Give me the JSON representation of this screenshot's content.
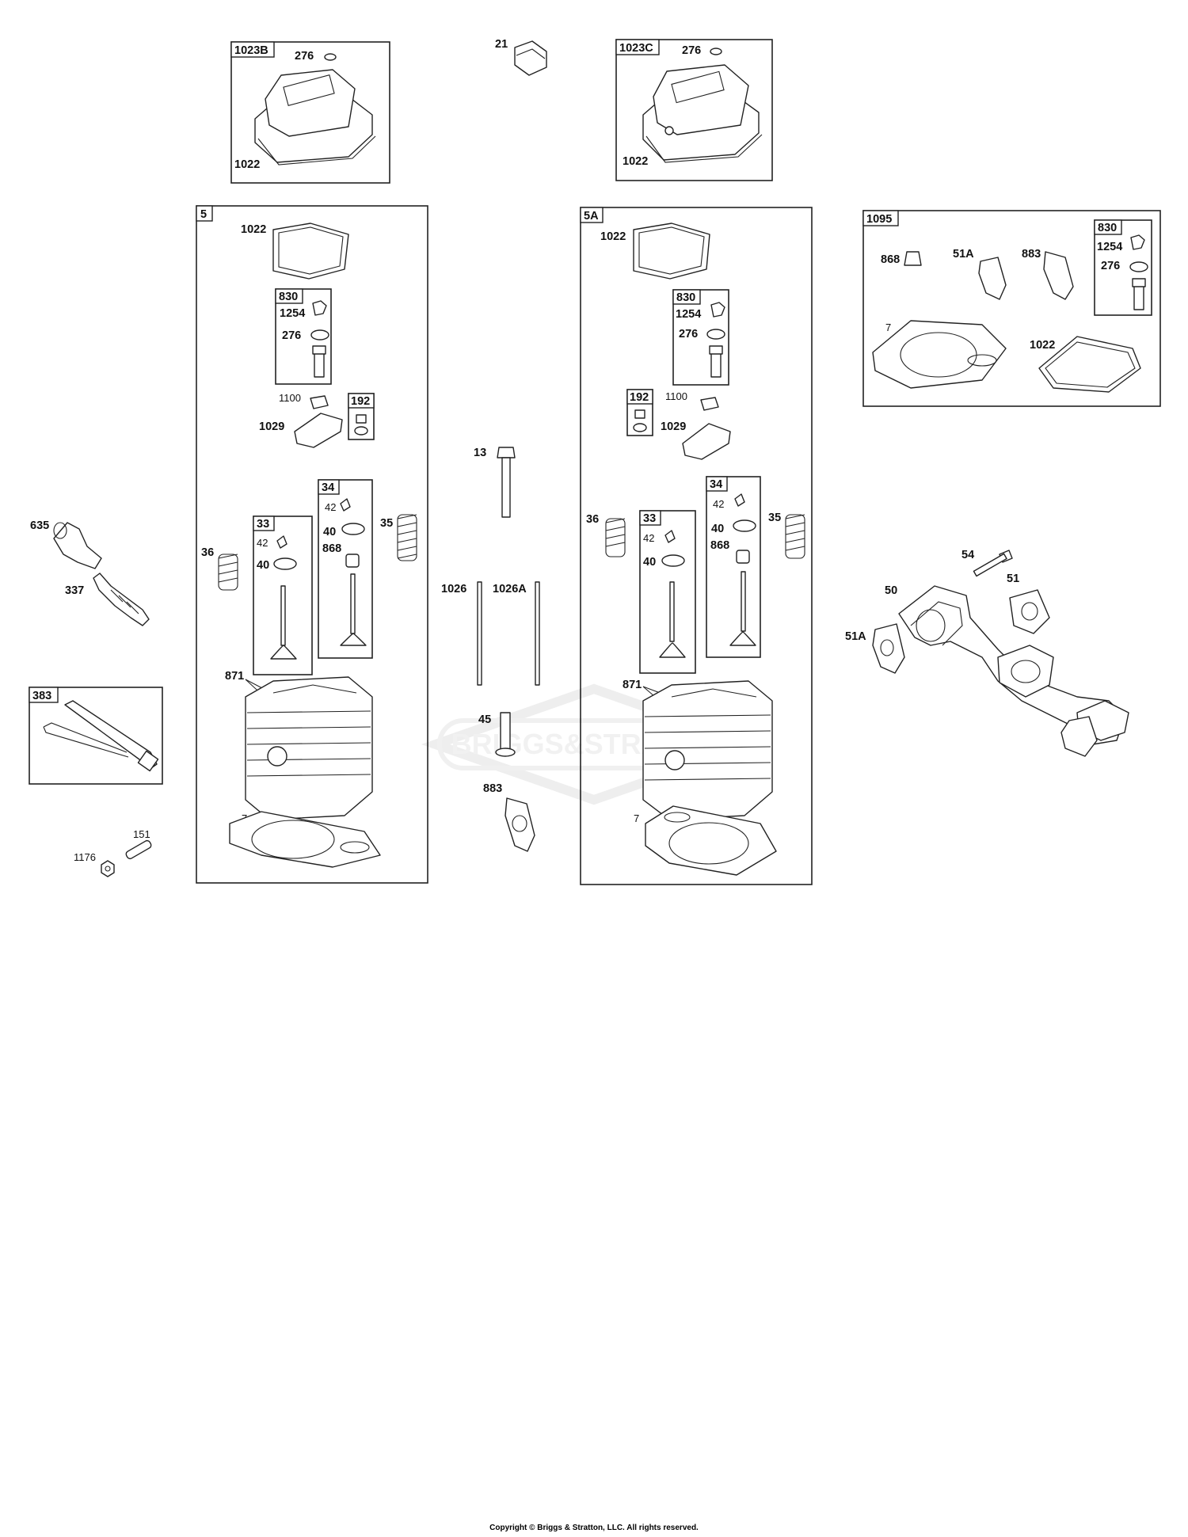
{
  "watermark": "BRIGGS&STRATTON",
  "copyright": "Copyright © Briggs & Stratton, LLC. All rights reserved.",
  "boxes": {
    "b1023B": "1023B",
    "b1023C": "1023C",
    "b5": "5",
    "b5A": "5A",
    "b1095": "1095",
    "b383": "383",
    "b830_5": "830",
    "b830_5A": "830",
    "b830_1095": "830",
    "b192_5": "192",
    "b192_5A": "192",
    "b34_5": "34",
    "b34_5A": "34",
    "b33_5": "33",
    "b33_5A": "33"
  },
  "labels": {
    "p276_b": "276",
    "p1022_b": "1022",
    "p21": "21",
    "p276_c": "276",
    "p1022_c": "1022",
    "p1022_5": "1022",
    "p1254_5": "1254",
    "p276_5": "276",
    "p1100_5": "1100",
    "p1029_5": "1029",
    "p42_34_5": "42",
    "p40_34_5": "40",
    "p868_5": "868",
    "p35_5": "35",
    "p42_33_5": "42",
    "p40_33_5": "40",
    "p36_5": "36",
    "p871_5": "871",
    "p7_5": "7",
    "p13": "13",
    "p1026": "1026",
    "p1026A": "1026A",
    "p45": "45",
    "p883_mid": "883",
    "p1022_5A": "1022",
    "p1254_5A": "1254",
    "p276_5A": "276",
    "p1100_5A": "1100",
    "p1029_5A": "1029",
    "p36_5A": "36",
    "p42_33_5A": "42",
    "p40_33_5A": "40",
    "p42_34_5A": "42",
    "p40_34_5A": "40",
    "p868_5A": "868",
    "p35_5A": "35",
    "p871_5A": "871",
    "p7_5A": "7",
    "p868_k": "868",
    "p51A_k": "51A",
    "p883_k": "883",
    "p1254_k": "1254",
    "p276_k": "276",
    "p7_k": "7",
    "p1022_k": "1022",
    "p54": "54",
    "p50": "50",
    "p51": "51",
    "p51A": "51A",
    "p635": "635",
    "p337": "337",
    "p151": "151",
    "p1176": "1176"
  }
}
